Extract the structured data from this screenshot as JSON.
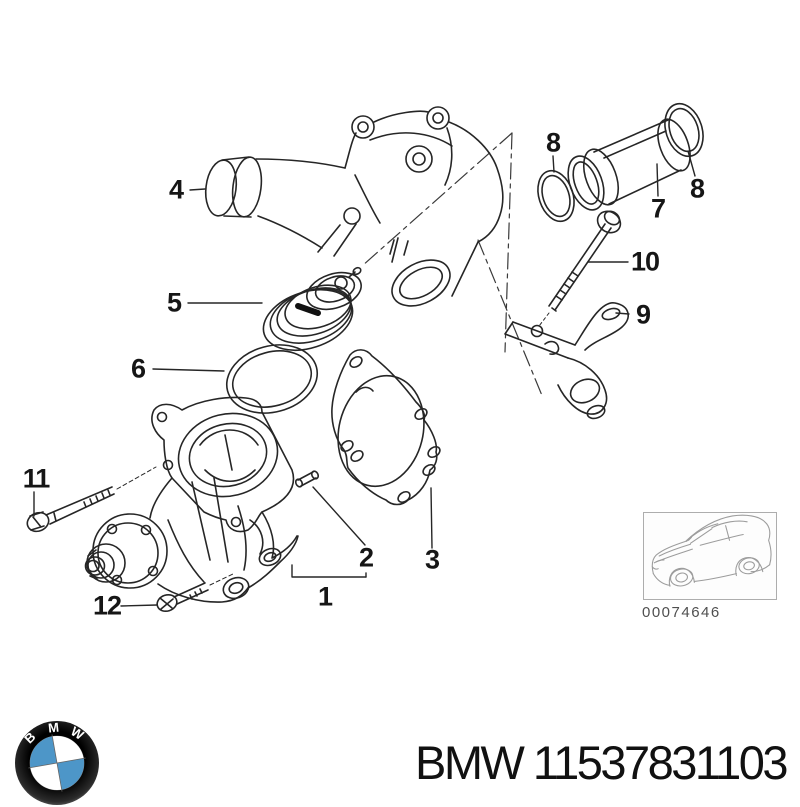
{
  "diagram": {
    "line_color": "#262626",
    "labels": {
      "l1": "1",
      "l2": "2",
      "l3": "3",
      "l4": "4",
      "l5": "5",
      "l6": "6",
      "l7": "7",
      "l8a": "8",
      "l8b": "8",
      "l9": "9",
      "l10": "10",
      "l11": "11",
      "l12": "12"
    }
  },
  "thumbnail": {
    "code": "00074646"
  },
  "footer": {
    "text": "BMW 11537831103"
  },
  "logo": {
    "letters": [
      "B",
      "M",
      "W"
    ],
    "ring_color": "#141414",
    "blue": "#4d96c8"
  }
}
